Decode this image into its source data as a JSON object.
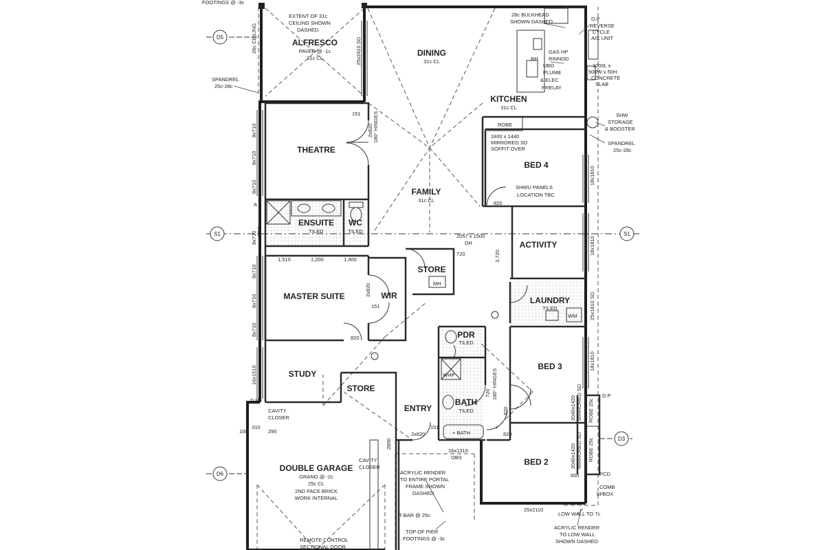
{
  "rooms": {
    "alfresco": {
      "name": "ALFRESCO",
      "note": "PAVED @ -1c",
      "ceiling": "31c CL"
    },
    "dining": {
      "name": "DINING",
      "ceiling": "31c CL"
    },
    "kitchen": {
      "name": "KITCHEN",
      "ceiling": "31c CL"
    },
    "theatre": {
      "name": "THEATRE"
    },
    "family": {
      "name": "FAMILY",
      "ceiling": "31c CL"
    },
    "bed4": {
      "name": "BED 4"
    },
    "ensuite": {
      "name": "ENSUITE",
      "note": "TILED"
    },
    "wc": {
      "name": "WC",
      "note": "TILED"
    },
    "activity": {
      "name": "ACTIVITY"
    },
    "store1": {
      "name": "STORE"
    },
    "master": {
      "name": "MASTER SUITE"
    },
    "wir": {
      "name": "WIR"
    },
    "laundry": {
      "name": "LAUNDRY",
      "note": "TILED"
    },
    "pdr": {
      "name": "PDR",
      "note": "TILED"
    },
    "bed3": {
      "name": "BED 3"
    },
    "study": {
      "name": "STUDY"
    },
    "store2": {
      "name": "STORE"
    },
    "bath": {
      "name": "BATH",
      "note": "TILED"
    },
    "entry": {
      "name": "ENTRY"
    },
    "garage": {
      "name": "DOUBLE GARAGE",
      "note": "GRANO @ -2c",
      "ceiling": "25c CL",
      "note2": "2ND FACE BRICK",
      "note3": "WORK INTERNAL"
    },
    "bed2": {
      "name": "BED 2"
    }
  },
  "annotations": {
    "footings_top": "FOOTINGS @ -3c",
    "ceiling_ext_1": "EXTENT OF 31c",
    "ceiling_ext_2": "CEILING SHOWN",
    "ceiling_ext_3": "DASHED",
    "bulkhead_1": "28c BULKHEAD",
    "bulkhead_2": "SHOWN DASHED",
    "dp_top": "D.P",
    "reverse_1": "REVERSE",
    "reverse_2": "CYCLE",
    "reverse_3": "A/C UNIT",
    "gas_1": "GAS HP",
    "gas_2": "RINNOD",
    "gas_3": "UBO",
    "gas_4": "PLUMB",
    "gas_5": "& ELEC",
    "gas_6": "PRELAY",
    "slab_1": "1000L x",
    "slab_2": "500W x 50H",
    "slab_3": "CONCRETE",
    "slab_4": "SLAB",
    "shw_1": "SHW",
    "shw_2": "STORAGE",
    "shw_3": "& BOOSTER",
    "spandrel_r1": "SPANDREL",
    "spandrel_r2": "25c-28c",
    "spandrel_l1": "SPANDREL",
    "spandrel_l2": "25c-28c",
    "ceiling_26": "26c CEILING",
    "robe_top": "ROBE",
    "mirror_1": "2400 x 1440",
    "mirror_2": "MIRRORED SD",
    "mirror_3": "SOFFIT OVER",
    "shwu_1": "SHWU PANELS",
    "shwu_2": "LOCATION TBC",
    "hinges_top": "180° HINGES",
    "door_2820": "2x820",
    "door_151": "151",
    "door_2057": "2057 x 1500",
    "dh": "DH",
    "door_820a": "820",
    "door_720": "720",
    "d_3720": "3,720",
    "mh": "MH",
    "master_w1": "1,510",
    "master_w2": "1,200",
    "master_w3": "1,400",
    "wir_2x820": "2x820",
    "wir_151": "151",
    "door_820m": "820",
    "window_l_1": "8x710",
    "window_l_2": "8x710",
    "window_l_3": "8x710",
    "window_l_4": "8x710",
    "window_l_5": "8x710",
    "window_l_6": "8x710",
    "window_l_7": "8x710",
    "window_l_8": "16x1510",
    "window_l_a": "A",
    "window_r_1": "18x1810",
    "window_r_2": "18x1810",
    "window_r_3": "25x1610 SD",
    "window_r_4": "18x1810",
    "window_t": "25x2410 SD",
    "obs_l": "OBS",
    "cavity_1": "CAVITY",
    "cavity_2": "CLOSER",
    "cavity_3": "CAVITY",
    "cavity_4": "CLOSER",
    "dim_100": "100",
    "dim_310": "310",
    "dim_290": "290",
    "dp_left": "D.P",
    "robe_25c_1": "ROBE 25c",
    "robe_25c_2": "ROBE 25c",
    "mir_b3_1": "2040x1420",
    "mir_b3_2": "MIRRORED SD",
    "mir_b2_1": "2040x1420",
    "mir_b2_2": "MIRRORED SD",
    "dp_right": "D.P",
    "pcd": "PCD",
    "comb_1": "COMB",
    "comb_2": "M/BOX",
    "bath_tub": "+ BATH",
    "entry_door": "2x820",
    "entry_151": "151",
    "d_16x1310": "16x1310",
    "obs_b": "OBS",
    "render_1": "ACRYLIC RENDER",
    "render_2": "TO ENTIRE PORTAL",
    "render_3": "FRAME SHOWN",
    "render_4": "DASHED",
    "tbar": "T-BAR @ 25c",
    "pier_1": "TOP OF PIER",
    "pier_2": "FOOTINGS @ -3c",
    "low_wall": "LOW WALL TO 7c",
    "render_r1": "ACRYLIC RENDER",
    "render_r2": "TO LOW WALL",
    "render_r3": "SHOWN DASHED",
    "remote_1": "REMOTE CONTROL",
    "remote_2": "SECTIONAL DOOR",
    "bed2_w": "25x2110",
    "d_820_b3": "820",
    "d_820_b2": "820",
    "d_720b": "720",
    "hinges_bath": "180° HINGES",
    "whp": "WHP",
    "rh": "RH",
    "wm": "WM",
    "d_2850": "2850",
    "d_600": "600"
  },
  "markers": {
    "d5": "D5",
    "s1_left": "S1",
    "s1_right": "S1",
    "d3": "D3",
    "d6": "D6"
  }
}
